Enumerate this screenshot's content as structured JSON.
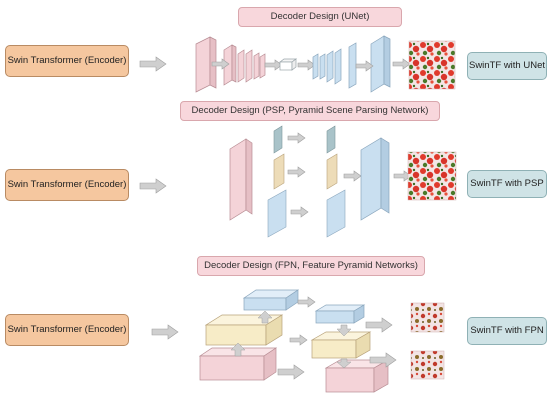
{
  "sections": [
    {
      "title": "Decoder Design (UNet)",
      "encoder": "Swin Transformer (Encoder)",
      "output": "SwinTF with UNet"
    },
    {
      "title": "Decoder Design (PSP, Pyramid Scene Parsing Network)",
      "encoder": "Swin Transformer (Encoder)",
      "output": "SwinTF with PSP"
    },
    {
      "title": "Decoder Design (FPN, Feature Pyramid Networks)",
      "encoder": "Swin Transformer (Encoder)",
      "output": "SwinTF with FPN"
    }
  ],
  "colors": {
    "pink": "#f4d3d8",
    "blue": "#c9dff0",
    "cream": "#f7ecc7",
    "teal": "#a9c3c9",
    "tan": "#eddcb8",
    "arrow": "#c8c8c8"
  }
}
